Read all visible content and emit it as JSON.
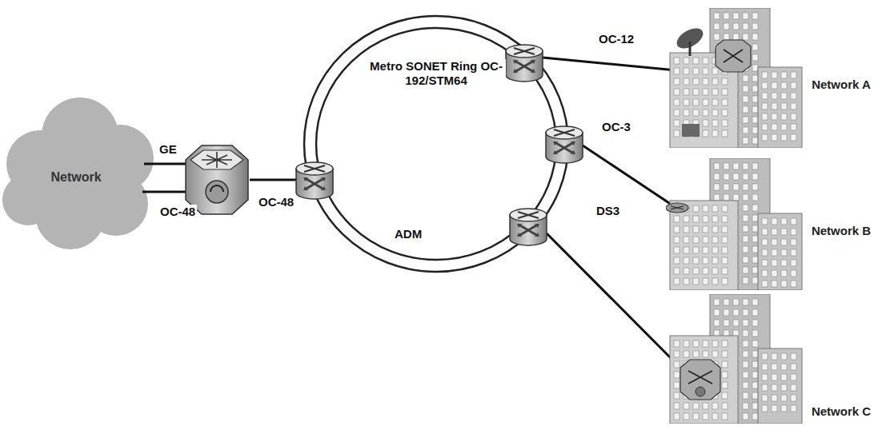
{
  "diagram": {
    "nodes": [
      {
        "text": [
          "Network"
        ]
      },
      {
        "text": [
          "Network A"
        ]
      },
      {
        "text": [
          "Network B"
        ]
      },
      {
        "text": [
          "Network C"
        ]
      }
    ],
    "labels": [
      "Metro SONET Ring OC-192/STM64",
      "OC-12",
      "GE",
      "OC-3",
      "OC-48",
      "OC-48",
      "ADM",
      "DS3"
    ]
  }
}
